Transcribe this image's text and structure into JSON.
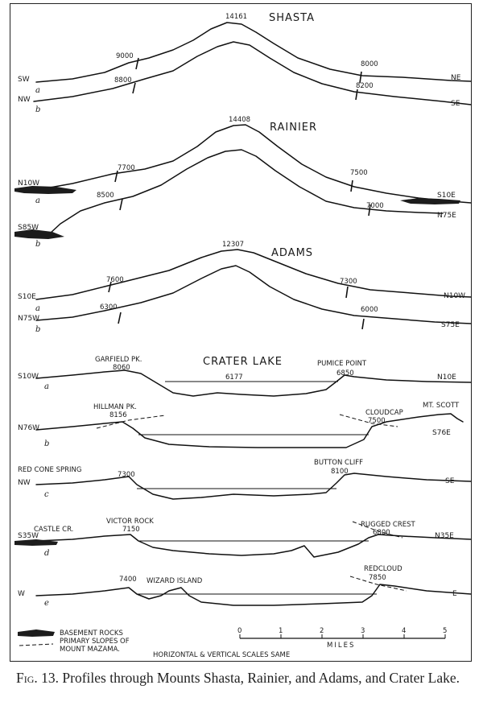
{
  "shasta": {
    "title": "SHASTA",
    "peak": "14161",
    "a_left_dir": "SW",
    "a_right_dir": "NE",
    "b_left_dir": "NW",
    "b_right_dir": "SE",
    "a_left_el": "9000",
    "a_right_el": "8000",
    "b_left_el": "8800",
    "b_right_el": "8200",
    "a": "a",
    "b": "b"
  },
  "rainier": {
    "title": "RAINIER",
    "peak": "14408",
    "a_left_dir": "N10W",
    "a_right_dir": "S10E",
    "b_left_dir": "S85W",
    "b_right_dir": "N75E",
    "a_left_el": "7700",
    "a_right_el": "7500",
    "b_left_el": "8500",
    "b_right_el": "7000",
    "a": "a",
    "b": "b"
  },
  "adams": {
    "title": "ADAMS",
    "peak": "12307",
    "a_left_dir": "S10E",
    "a_right_dir": "N10W",
    "b_left_dir": "N75W",
    "b_right_dir": "S75E",
    "a_left_el": "7600",
    "a_right_el": "7300",
    "b_left_el": "6300",
    "b_right_el": "6000",
    "a": "a",
    "b": "b"
  },
  "crater": {
    "title": "CRATER LAKE",
    "a": {
      "letter": "a",
      "left_dir": "S10W",
      "right_dir": "N10E",
      "left_name": "GARFIELD PK.",
      "left_el": "8060",
      "lake_el": "6177",
      "right_name": "PUMICE POINT",
      "right_el": "6850"
    },
    "b": {
      "letter": "b",
      "left_dir": "N76W",
      "right_dir": "S76E",
      "left_name": "HILLMAN PK.",
      "left_el": "8156",
      "right_name": "CLOUDCAP",
      "right_el": "7500",
      "far_name": "MT. SCOTT"
    },
    "c": {
      "letter": "c",
      "left_name": "RED CONE SPRING",
      "left_dir": "NW",
      "right_dir": "SE",
      "left_el": "7300",
      "right_name": "BUTTON CLIFF",
      "right_el": "8100"
    },
    "d": {
      "letter": "d",
      "left_dir": "S35W",
      "right_dir": "N35E",
      "left_far": "CASTLE CR.",
      "left_name": "VICTOR ROCK",
      "left_el": "7150",
      "right_name": "RUGGED CREST",
      "right_el": "6800"
    },
    "e": {
      "letter": "e",
      "left_dir": "W",
      "right_dir": "E",
      "left_el": "7400",
      "island": "WIZARD ISLAND",
      "right_name": "REDCLOUD",
      "right_el": "7850"
    }
  },
  "legend": {
    "basement": "BASEMENT ROCKS",
    "primary_1": "PRIMARY SLOPES OF",
    "primary_2": "MOUNT MAZAMA.",
    "scales": "HORIZONTAL & VERTICAL SCALES SAME"
  },
  "scale": {
    "ticks": [
      "0",
      "1",
      "2",
      "3",
      "4",
      "5"
    ],
    "unit": "MILES"
  },
  "caption": {
    "fig": "Fig. 13.",
    "text": "Profiles through Mounts Shasta, Rainier, and Adams, and Crater Lake."
  }
}
